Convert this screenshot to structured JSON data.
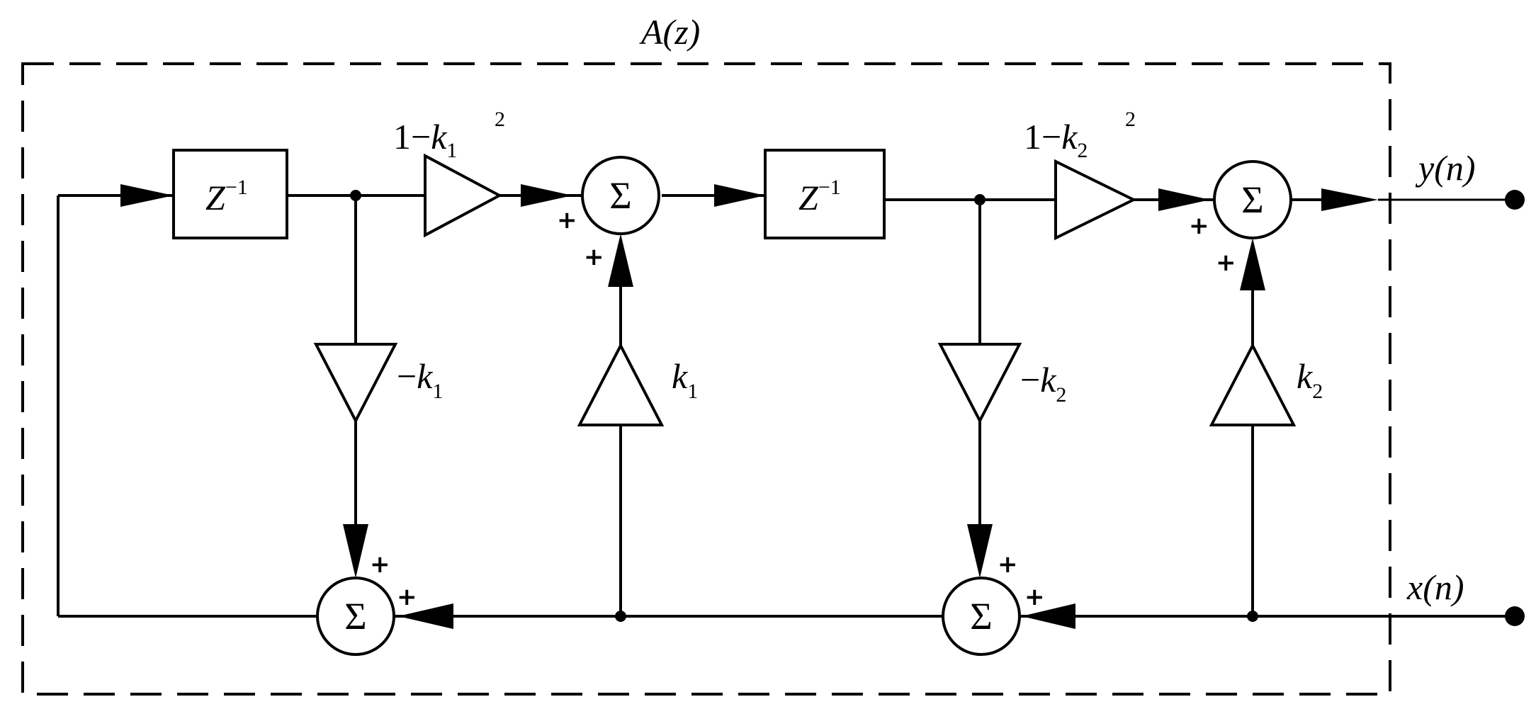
{
  "diagram": {
    "title": "A(z)",
    "output_label": "y(n)",
    "input_label": "x(n)",
    "sum_symbol": "Σ",
    "plus_sign": "+",
    "stage1": {
      "delay": {
        "base": "Z",
        "exp": "−1"
      },
      "forward_gain": {
        "prefix": "1−",
        "var": "k",
        "sub": "1",
        "sup": "2"
      },
      "cross_gain_down": {
        "minus": "−",
        "var": "k",
        "sub": "1"
      },
      "cross_gain_up": {
        "var": "k",
        "sub": "1"
      }
    },
    "stage2": {
      "delay": {
        "base": "Z",
        "exp": "−1"
      },
      "forward_gain": {
        "prefix": "1−",
        "var": "k",
        "sub": "2",
        "sup": "2"
      },
      "cross_gain_down": {
        "minus": "−",
        "var": "k",
        "sub": "2"
      },
      "cross_gain_up": {
        "var": "k",
        "sub": "2"
      }
    }
  }
}
